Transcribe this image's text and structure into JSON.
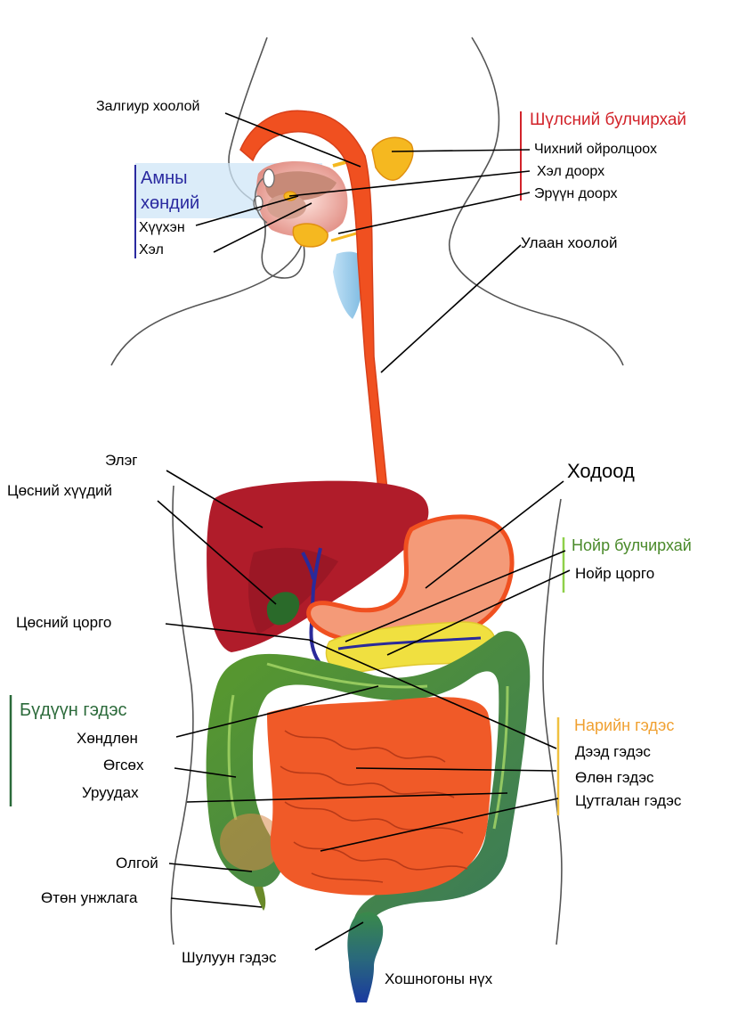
{
  "labels": {
    "pharynx": "Залгиур хоолой",
    "salivary_glands": "Шүлсний булчирхай",
    "parotid": "Чихний ойролцоох",
    "sublingual": "Хэл доорх",
    "submandibular": "Эрүүн доорх",
    "oral_cavity": "Амны хөндий",
    "palate": "Хүүхэн",
    "tongue": "Хэл",
    "esophagus": "Улаан хоолой",
    "liver": "Элэг",
    "gallbladder": "Цөсний хүүдий",
    "stomach": "Ходоод",
    "pancreas": "Нойр булчирхай",
    "pancreatic_duct": "Нойр цорго",
    "bile_duct": "Цөсний цорго",
    "large_intestine": "Бүдүүн гэдэс",
    "transverse_colon": "Хөндлөн",
    "ascending_colon": "Өгсөх",
    "descending_colon": "Уруудах",
    "small_intestine": "Нарийн гэдэс",
    "duodenum": "Дээд гэдэс",
    "jejunum": "Өлөн гэдэс",
    "ileum": "Цутгалан гэдэс",
    "cecum": "Олгой",
    "appendix": "Өтөн унжлага",
    "rectum": "Шулуун гэдэс",
    "anus": "Хошногоны нүх"
  },
  "colors": {
    "salivary_group": "#d2232a",
    "oral_group": "#2a2aa0",
    "pancreas_group": "#4a8a2a",
    "large_intestine_group": "#2b6a3a",
    "small_intestine_group": "#f0a030",
    "esophagus": "#f05020",
    "liver": "#b01c2a",
    "stomach": "#f4a080",
    "colon": "#5a9a2a",
    "small_intestine": "#f05a28",
    "pancreas": "#f0e040",
    "gallbladder": "#2a6a2a",
    "salivary_gland": "#f5b820"
  }
}
